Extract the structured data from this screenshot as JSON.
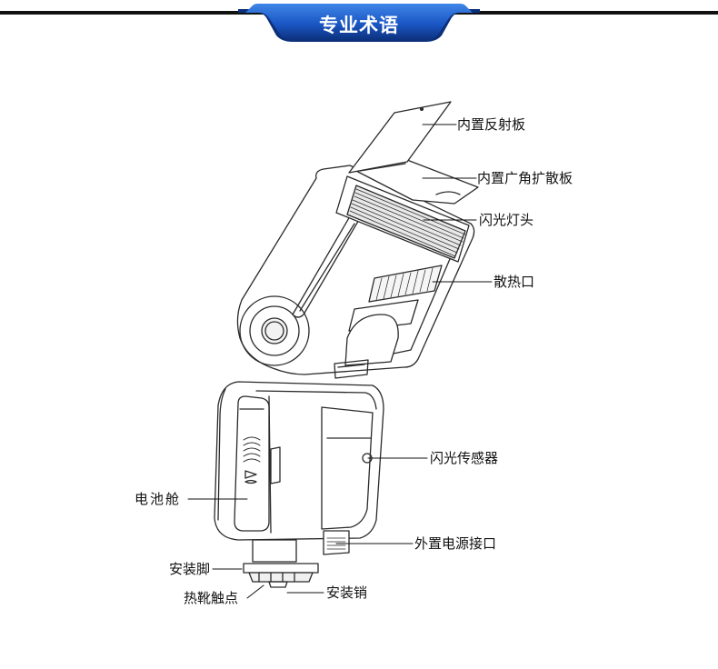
{
  "header": {
    "title": "专业术语",
    "accent_color": "#1a56c4",
    "accent_dark": "#0c2f7a"
  },
  "labels": {
    "reflector": "内置反射板",
    "wide_panel": "内置广角扩散板",
    "flash_head": "闪光灯头",
    "vent": "散热口",
    "battery": "电池舱",
    "sensor": "闪光传感器",
    "power_port": "外置电源接口",
    "foot": "安装脚",
    "hotshoe": "热靴触点",
    "pin": "安装销"
  }
}
